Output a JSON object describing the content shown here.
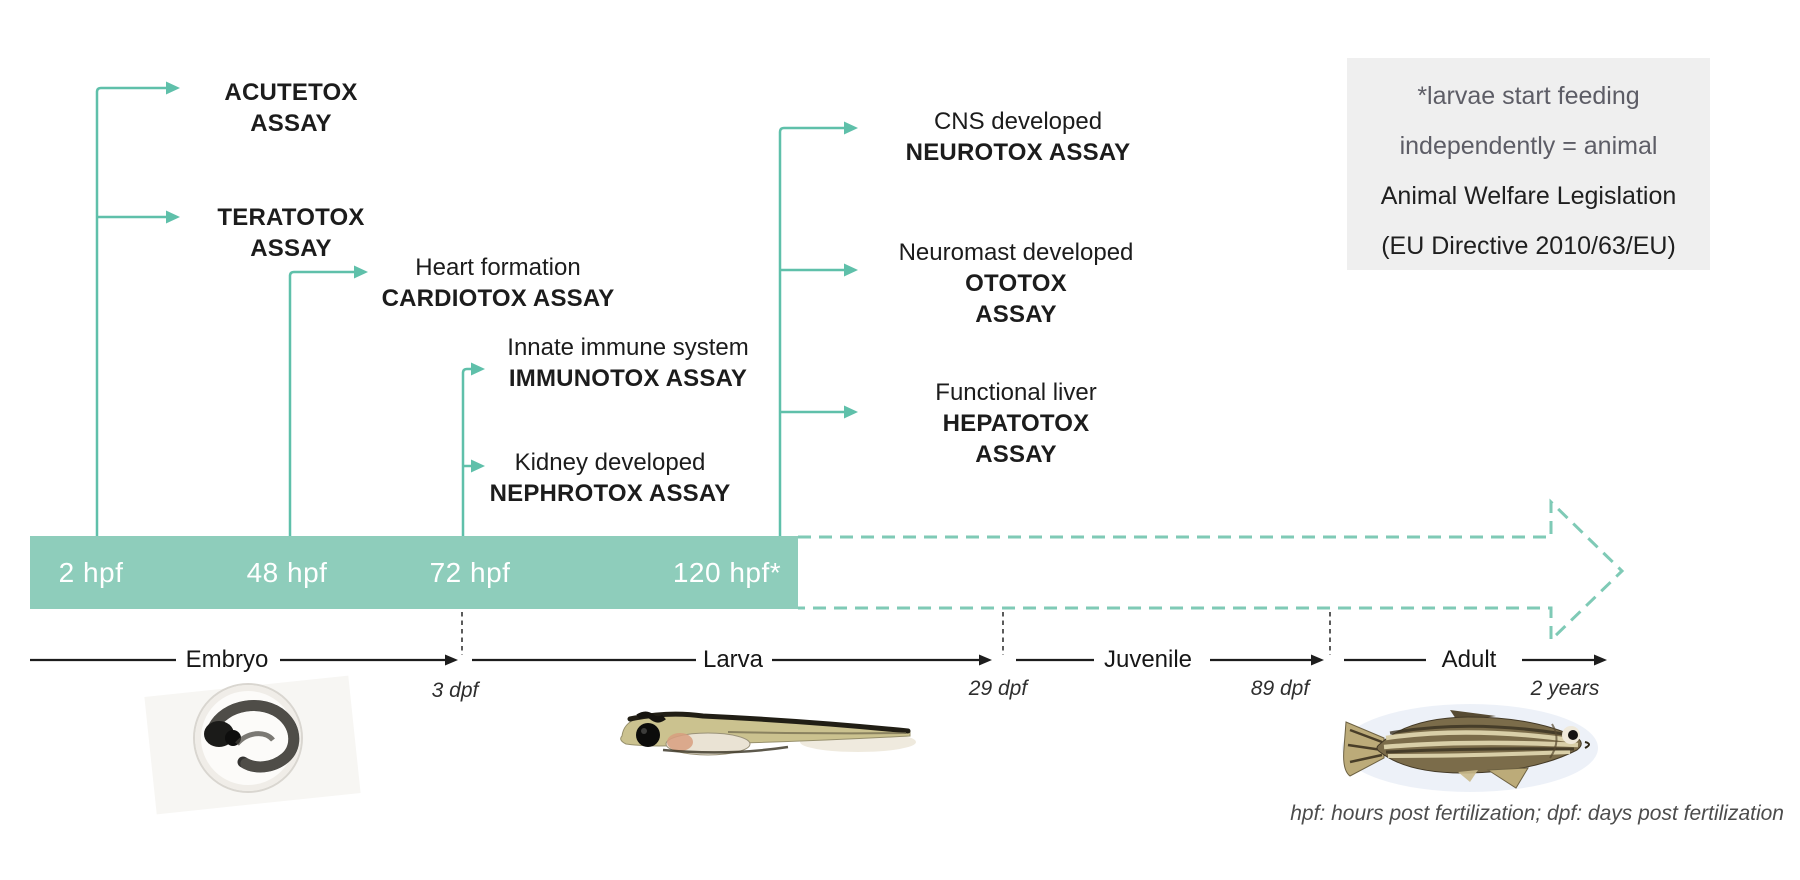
{
  "assays": [
    {
      "id": "acutetox",
      "descriptor": "",
      "name": "ACUTETOX ASSAY"
    },
    {
      "id": "teratotox",
      "descriptor": "",
      "name": "TERATOTOX ASSAY"
    },
    {
      "id": "cardiotox",
      "descriptor": "Heart formation",
      "name": "CARDIOTOX ASSAY"
    },
    {
      "id": "immunotox",
      "descriptor": "Innate immune system",
      "name": "IMMUNOTOX ASSAY"
    },
    {
      "id": "nephrotox",
      "descriptor": "Kidney developed",
      "name": "NEPHROTOX ASSAY"
    },
    {
      "id": "neurotox",
      "descriptor": "CNS developed",
      "name": "NEUROTOX ASSAY"
    },
    {
      "id": "ototox",
      "descriptor": "Neuromast developed",
      "name": "OTOTOX ASSAY"
    },
    {
      "id": "hepatotox",
      "descriptor": "Functional liver",
      "name": "HEPATOTOX ASSAY"
    }
  ],
  "timeline": {
    "timepoints": [
      "2 hpf",
      "48 hpf",
      "72 hpf",
      "120 hpf*"
    ]
  },
  "stages": {
    "labels": [
      "Embryo",
      "Larva",
      "Juvenile",
      "Adult"
    ],
    "markers": [
      "3 dpf",
      "29 dpf",
      "89 dpf",
      "2 years"
    ]
  },
  "note": {
    "lines": [
      "*larvae start feeding",
      "independently = animal",
      "Animal Welfare Legislation",
      "(EU Directive 2010/63/EU)"
    ]
  },
  "footnote": "hpf: hours post fertilization; dpf: days post fertilization",
  "colors": {
    "accent_teal": "#5fc0aa",
    "bar_fill": "#8ecdbb",
    "dashed_arrow_teal": "#7fcab6",
    "note_background": "#efefef",
    "note_muted_text": "#5d5d66",
    "text_black": "#1c1c1c"
  },
  "images": {
    "embryo": "zebrafish-embryo-photo",
    "larva": "zebrafish-larva-photo",
    "adult": "zebrafish-adult-photo"
  }
}
